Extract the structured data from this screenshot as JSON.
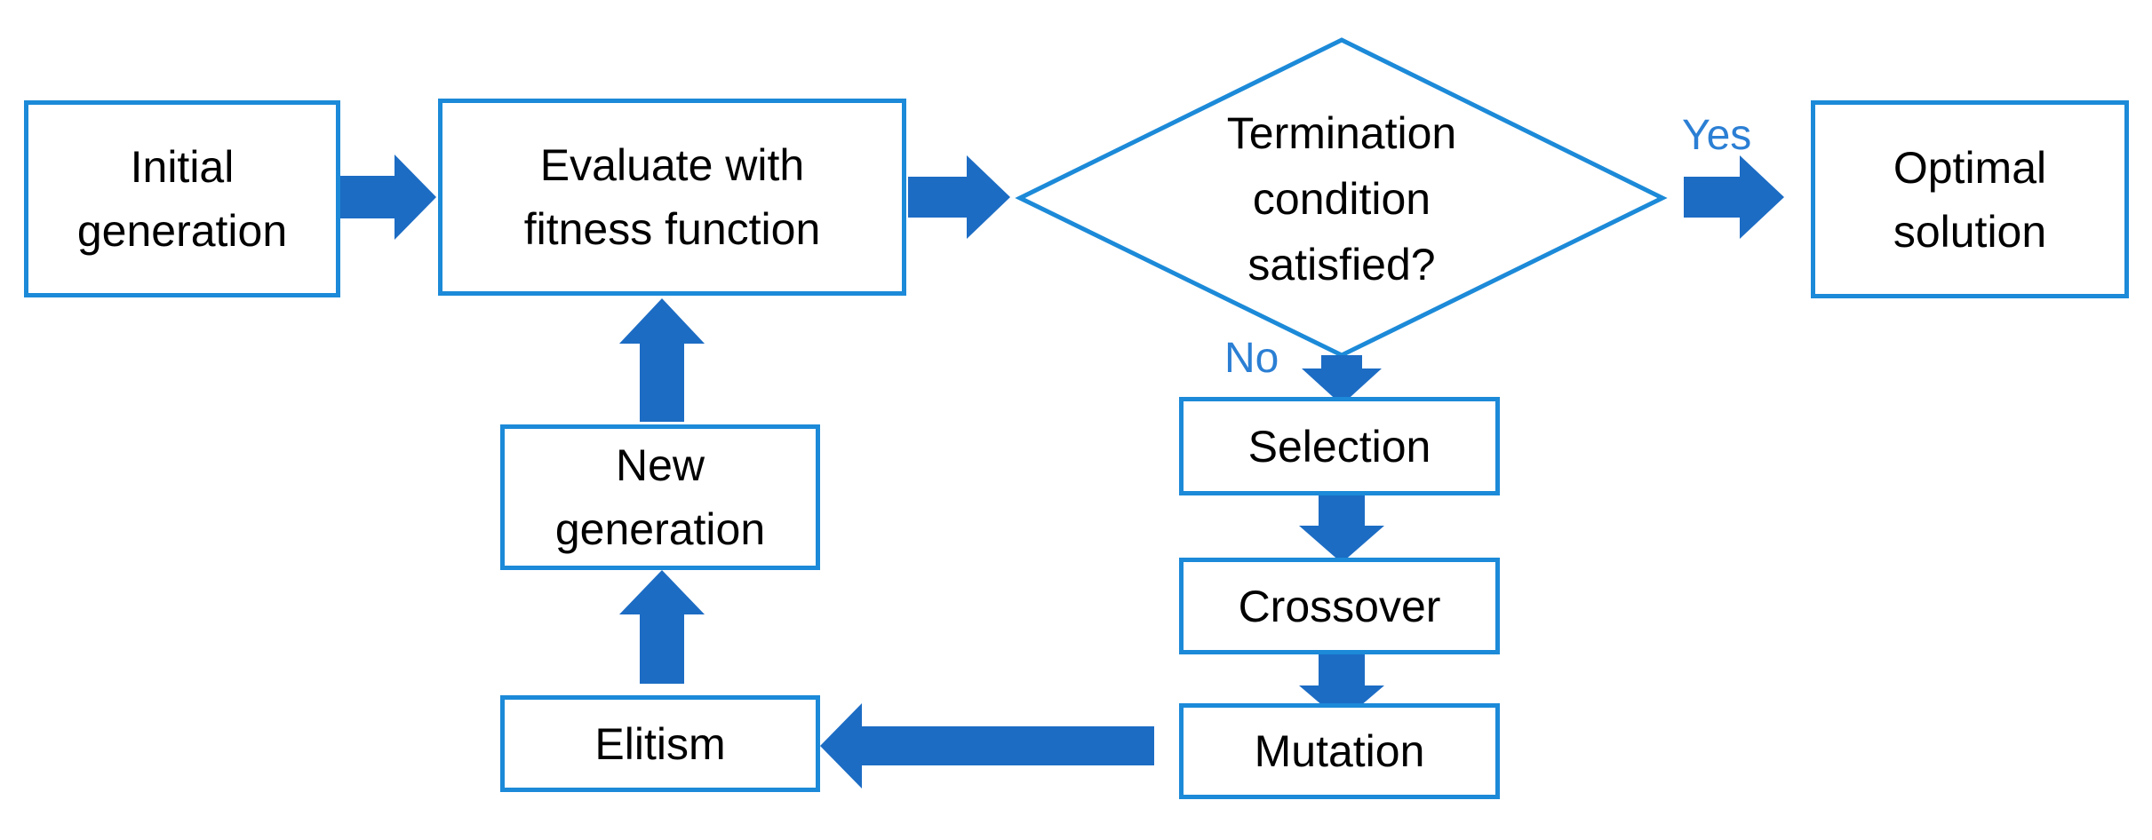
{
  "nodes": {
    "initial_generation": [
      "Initial",
      "generation"
    ],
    "evaluate_fitness": [
      "Evaluate with",
      "fitness function"
    ],
    "termination_condition": [
      "Termination",
      "condition",
      "satisfied?"
    ],
    "optimal_solution": [
      "Optimal",
      "solution"
    ],
    "selection": "Selection",
    "crossover": "Crossover",
    "mutation": "Mutation",
    "elitism": "Elitism",
    "new_generation": [
      "New",
      "generation"
    ]
  },
  "edges": {
    "yes_label": "Yes",
    "no_label": "No"
  },
  "colors": {
    "border": "#1c8ad8",
    "arrow": "#1c6cc4",
    "label": "#2b7fd4"
  }
}
